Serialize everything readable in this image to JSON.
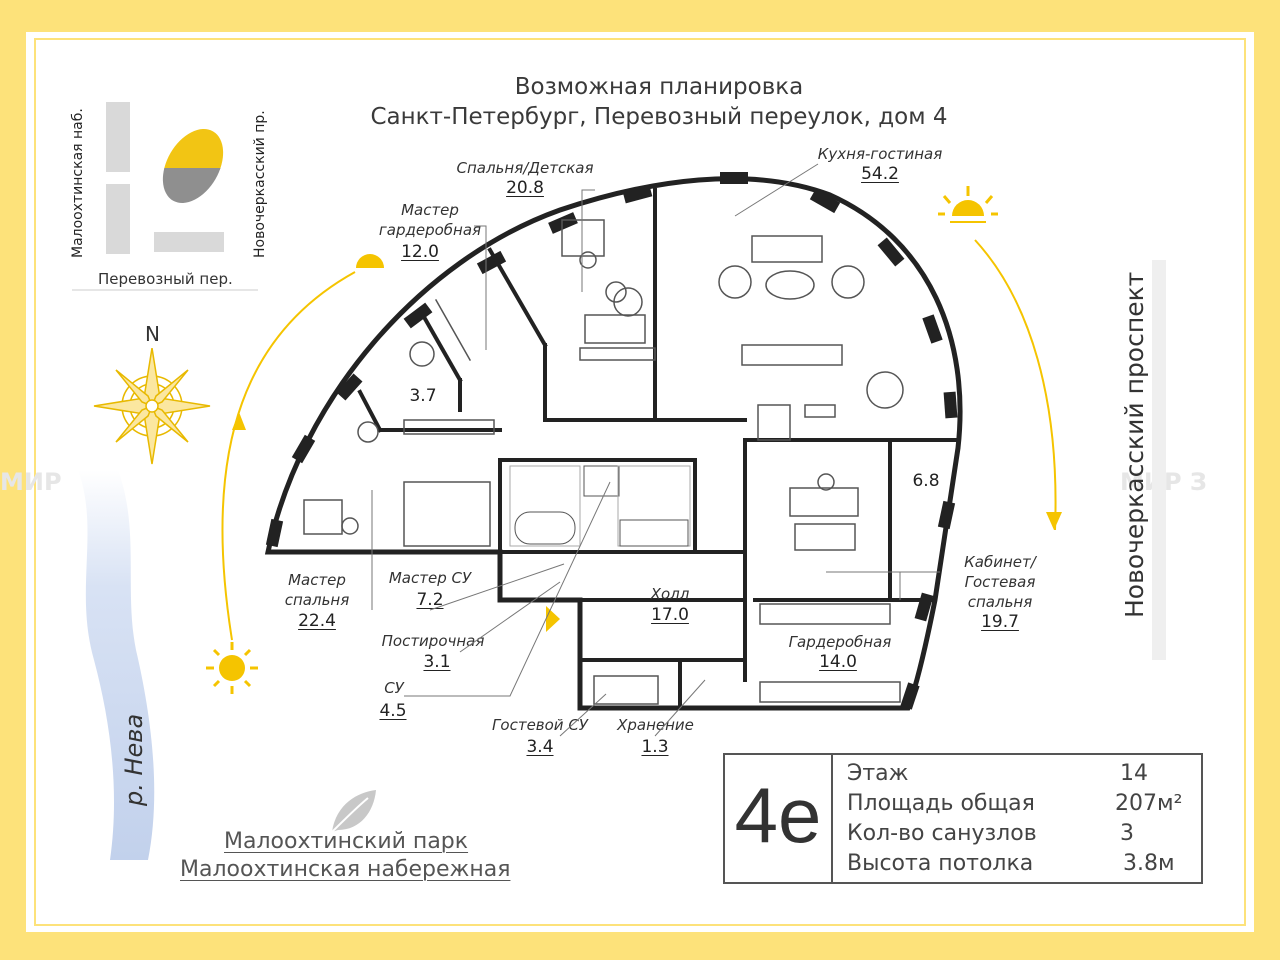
{
  "header": {
    "title_line1": "Возможная планировка",
    "title_line2": "Санкт-Петербург, Перевозный переулок, дом 4"
  },
  "mini_map": {
    "street_left": "Малоохтинская наб.",
    "street_right": "Новочеркасский пр.",
    "street_bottom": "Перевозный пер."
  },
  "compass": {
    "north": "N"
  },
  "streets": {
    "prospect": "Новочеркасский проспект",
    "river": "р. Нева"
  },
  "rooms": [
    {
      "id": "bedroom-kids",
      "label": "Спальня/Детская",
      "area": "20.8"
    },
    {
      "id": "kitchen-living",
      "label": "Кухня-гостиная",
      "area": "54.2"
    },
    {
      "id": "master-wardrobe",
      "label": "Мастер\nгардеробная",
      "area": "12.0"
    },
    {
      "id": "small-room",
      "label": "",
      "area": "3.7"
    },
    {
      "id": "cabinet-storage",
      "label": "",
      "area": "6.8"
    },
    {
      "id": "master-bedroom",
      "label": "Мастер\nспальня",
      "area": "22.4"
    },
    {
      "id": "master-bath",
      "label": "Мастер СУ",
      "area": "7.2"
    },
    {
      "id": "laundry",
      "label": "Постирочная",
      "area": "3.1"
    },
    {
      "id": "bathroom",
      "label": "СУ",
      "area": "4.5"
    },
    {
      "id": "hall",
      "label": "Холл",
      "area": "17.0"
    },
    {
      "id": "cabinet",
      "label": "Кабинет/\nГостевая\nспальня",
      "area": "19.7"
    },
    {
      "id": "wardrobe",
      "label": "Гардеробная",
      "area": "14.0"
    },
    {
      "id": "guest-bath",
      "label": "Гостевой СУ",
      "area": "3.4"
    },
    {
      "id": "storage",
      "label": "Хранение",
      "area": "1.3"
    }
  ],
  "park": {
    "line1": "Малоохтинский парк",
    "line2": "Малоохтинская набережная"
  },
  "info": {
    "code": "4е",
    "floor_label": "Этаж",
    "floor_value": "14",
    "area_label": "Площадь общая",
    "area_value": "207м²",
    "baths_label": "Кол-во санузлов",
    "baths_value": "3",
    "height_label": "Высота потолка",
    "height_value": "3.8м"
  },
  "colors": {
    "frame": "#fde27a",
    "sun": "#f5c400",
    "wall": "#222222",
    "river": "#c8d6ee"
  }
}
